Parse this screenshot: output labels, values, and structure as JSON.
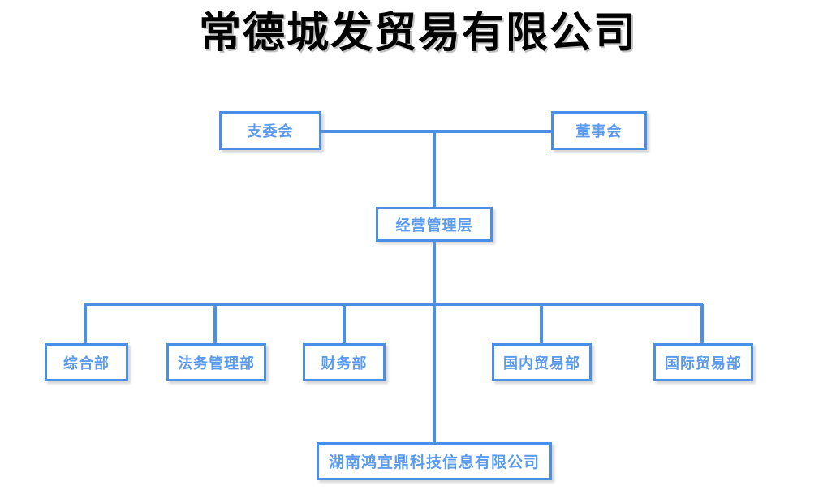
{
  "title": "常德城发贸易有限公司",
  "theme": {
    "box_border_color": "#4a8ee6",
    "box_text_color": "#5b9bed",
    "connector_color": "#4a8ee6",
    "title_color": "#000000",
    "background": "#ffffff"
  },
  "nodes": {
    "party_committee": {
      "label": "支委会"
    },
    "board_of_directors": {
      "label": "董事会"
    },
    "management": {
      "label": "经营管理层"
    },
    "departments": [
      {
        "label": "综合部"
      },
      {
        "label": "法务管理部"
      },
      {
        "label": "财务部"
      },
      {
        "label": "国内贸易部"
      },
      {
        "label": "国际贸易部"
      }
    ],
    "subsidiary": {
      "label": "湖南鸿宜鼎科技信息有限公司"
    }
  }
}
